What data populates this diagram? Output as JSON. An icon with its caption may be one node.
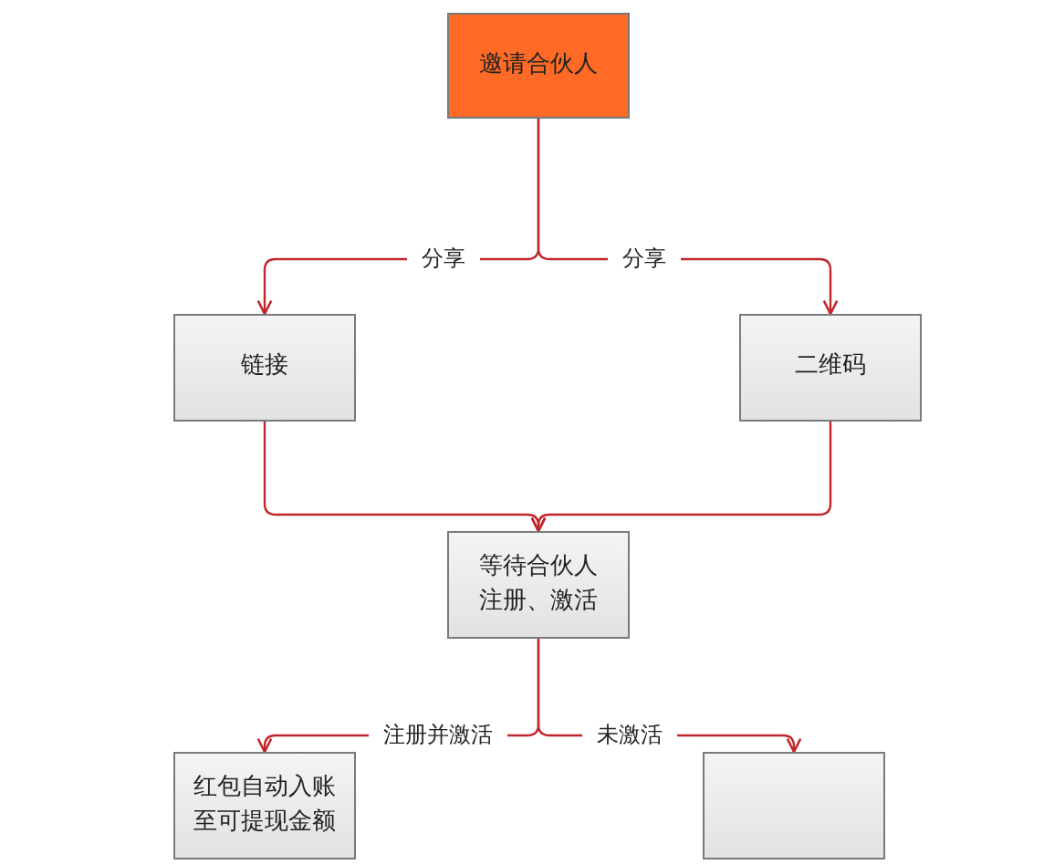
{
  "diagram": {
    "nodes": [
      {
        "text": [
          "邀请合伙人"
        ]
      },
      {
        "text": [
          "链接"
        ]
      },
      {
        "text": [
          "二维码"
        ]
      },
      {
        "text": [
          "等待合伙人注册、激活"
        ]
      },
      {
        "text": [
          "红包自动入账至可提现金额"
        ]
      },
      {
        "text": [],
        "shape": "box"
      }
    ],
    "edges": [
      {
        "from": 0,
        "to": 1,
        "arrow": "to",
        "label": "分享"
      },
      {
        "from": 0,
        "to": 2,
        "arrow": "to",
        "label": "分享"
      },
      {
        "from": 1,
        "to": 3,
        "arrow": "to"
      },
      {
        "from": 2,
        "to": 3,
        "arrow": "to"
      },
      {
        "from": 3,
        "to": 4,
        "arrow": "to",
        "label": "注册并激活"
      },
      {
        "from": 3,
        "to": 5,
        "arrow": "to",
        "label": "未激活"
      }
    ]
  }
}
